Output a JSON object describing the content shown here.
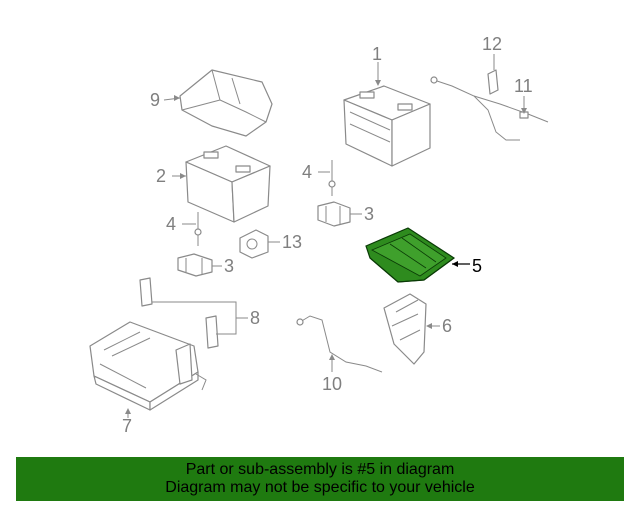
{
  "diagram": {
    "callouts": {
      "c1": "1",
      "c2": "2",
      "c3a": "3",
      "c3b": "3",
      "c4a": "4",
      "c4b": "4",
      "c5": "5",
      "c6": "6",
      "c7": "7",
      "c8": "8",
      "c9": "9",
      "c10": "10",
      "c11": "11",
      "c12": "12",
      "c13": "13"
    },
    "highlight_color": "#2e8b1e"
  },
  "banner": {
    "line1": "Part or sub-assembly is #5 in diagram",
    "line2": "Diagram may not be specific to your vehicle",
    "bg_color": "#1f7a10"
  }
}
